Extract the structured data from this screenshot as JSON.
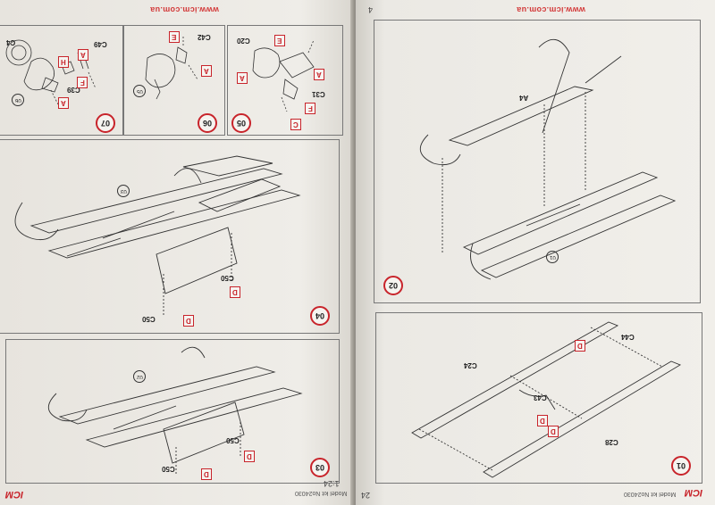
{
  "left_page": {
    "url": "www.icm.com.ua",
    "page_number": "1:24",
    "footer": "Model kit No24030",
    "logo": "ICM"
  },
  "right_page": {
    "url": "www.icm.com.ua",
    "page_number": "4",
    "footer": "Model kit No24030",
    "page_number_bottom": "24",
    "logo": "ICM"
  },
  "steps": {
    "s01": {
      "number": "01",
      "parts": [
        "C28",
        "C24",
        "C43",
        "C44",
        "D",
        "D",
        "D"
      ]
    },
    "s02": {
      "number": "02",
      "parts": [
        "A4",
        "01"
      ]
    },
    "s03": {
      "number": "03",
      "parts": [
        "C50",
        "C50",
        "D",
        "D",
        "02"
      ]
    },
    "s04": {
      "number": "04",
      "parts": [
        "C50",
        "C50",
        "D",
        "D",
        "03"
      ]
    },
    "s05": {
      "number": "05",
      "parts": [
        "C20",
        "C31",
        "E",
        "A",
        "F",
        "C",
        "A"
      ]
    },
    "s06": {
      "number": "06",
      "parts": [
        "C42",
        "E",
        "A",
        "05"
      ]
    },
    "s07": {
      "number": "07",
      "parts": [
        "C49",
        "C39",
        "C4",
        "H",
        "A",
        "F",
        "A",
        "06"
      ]
    }
  },
  "colors": {
    "accent": "#c8242b",
    "paper": "#eeece7",
    "line": "#333333"
  }
}
